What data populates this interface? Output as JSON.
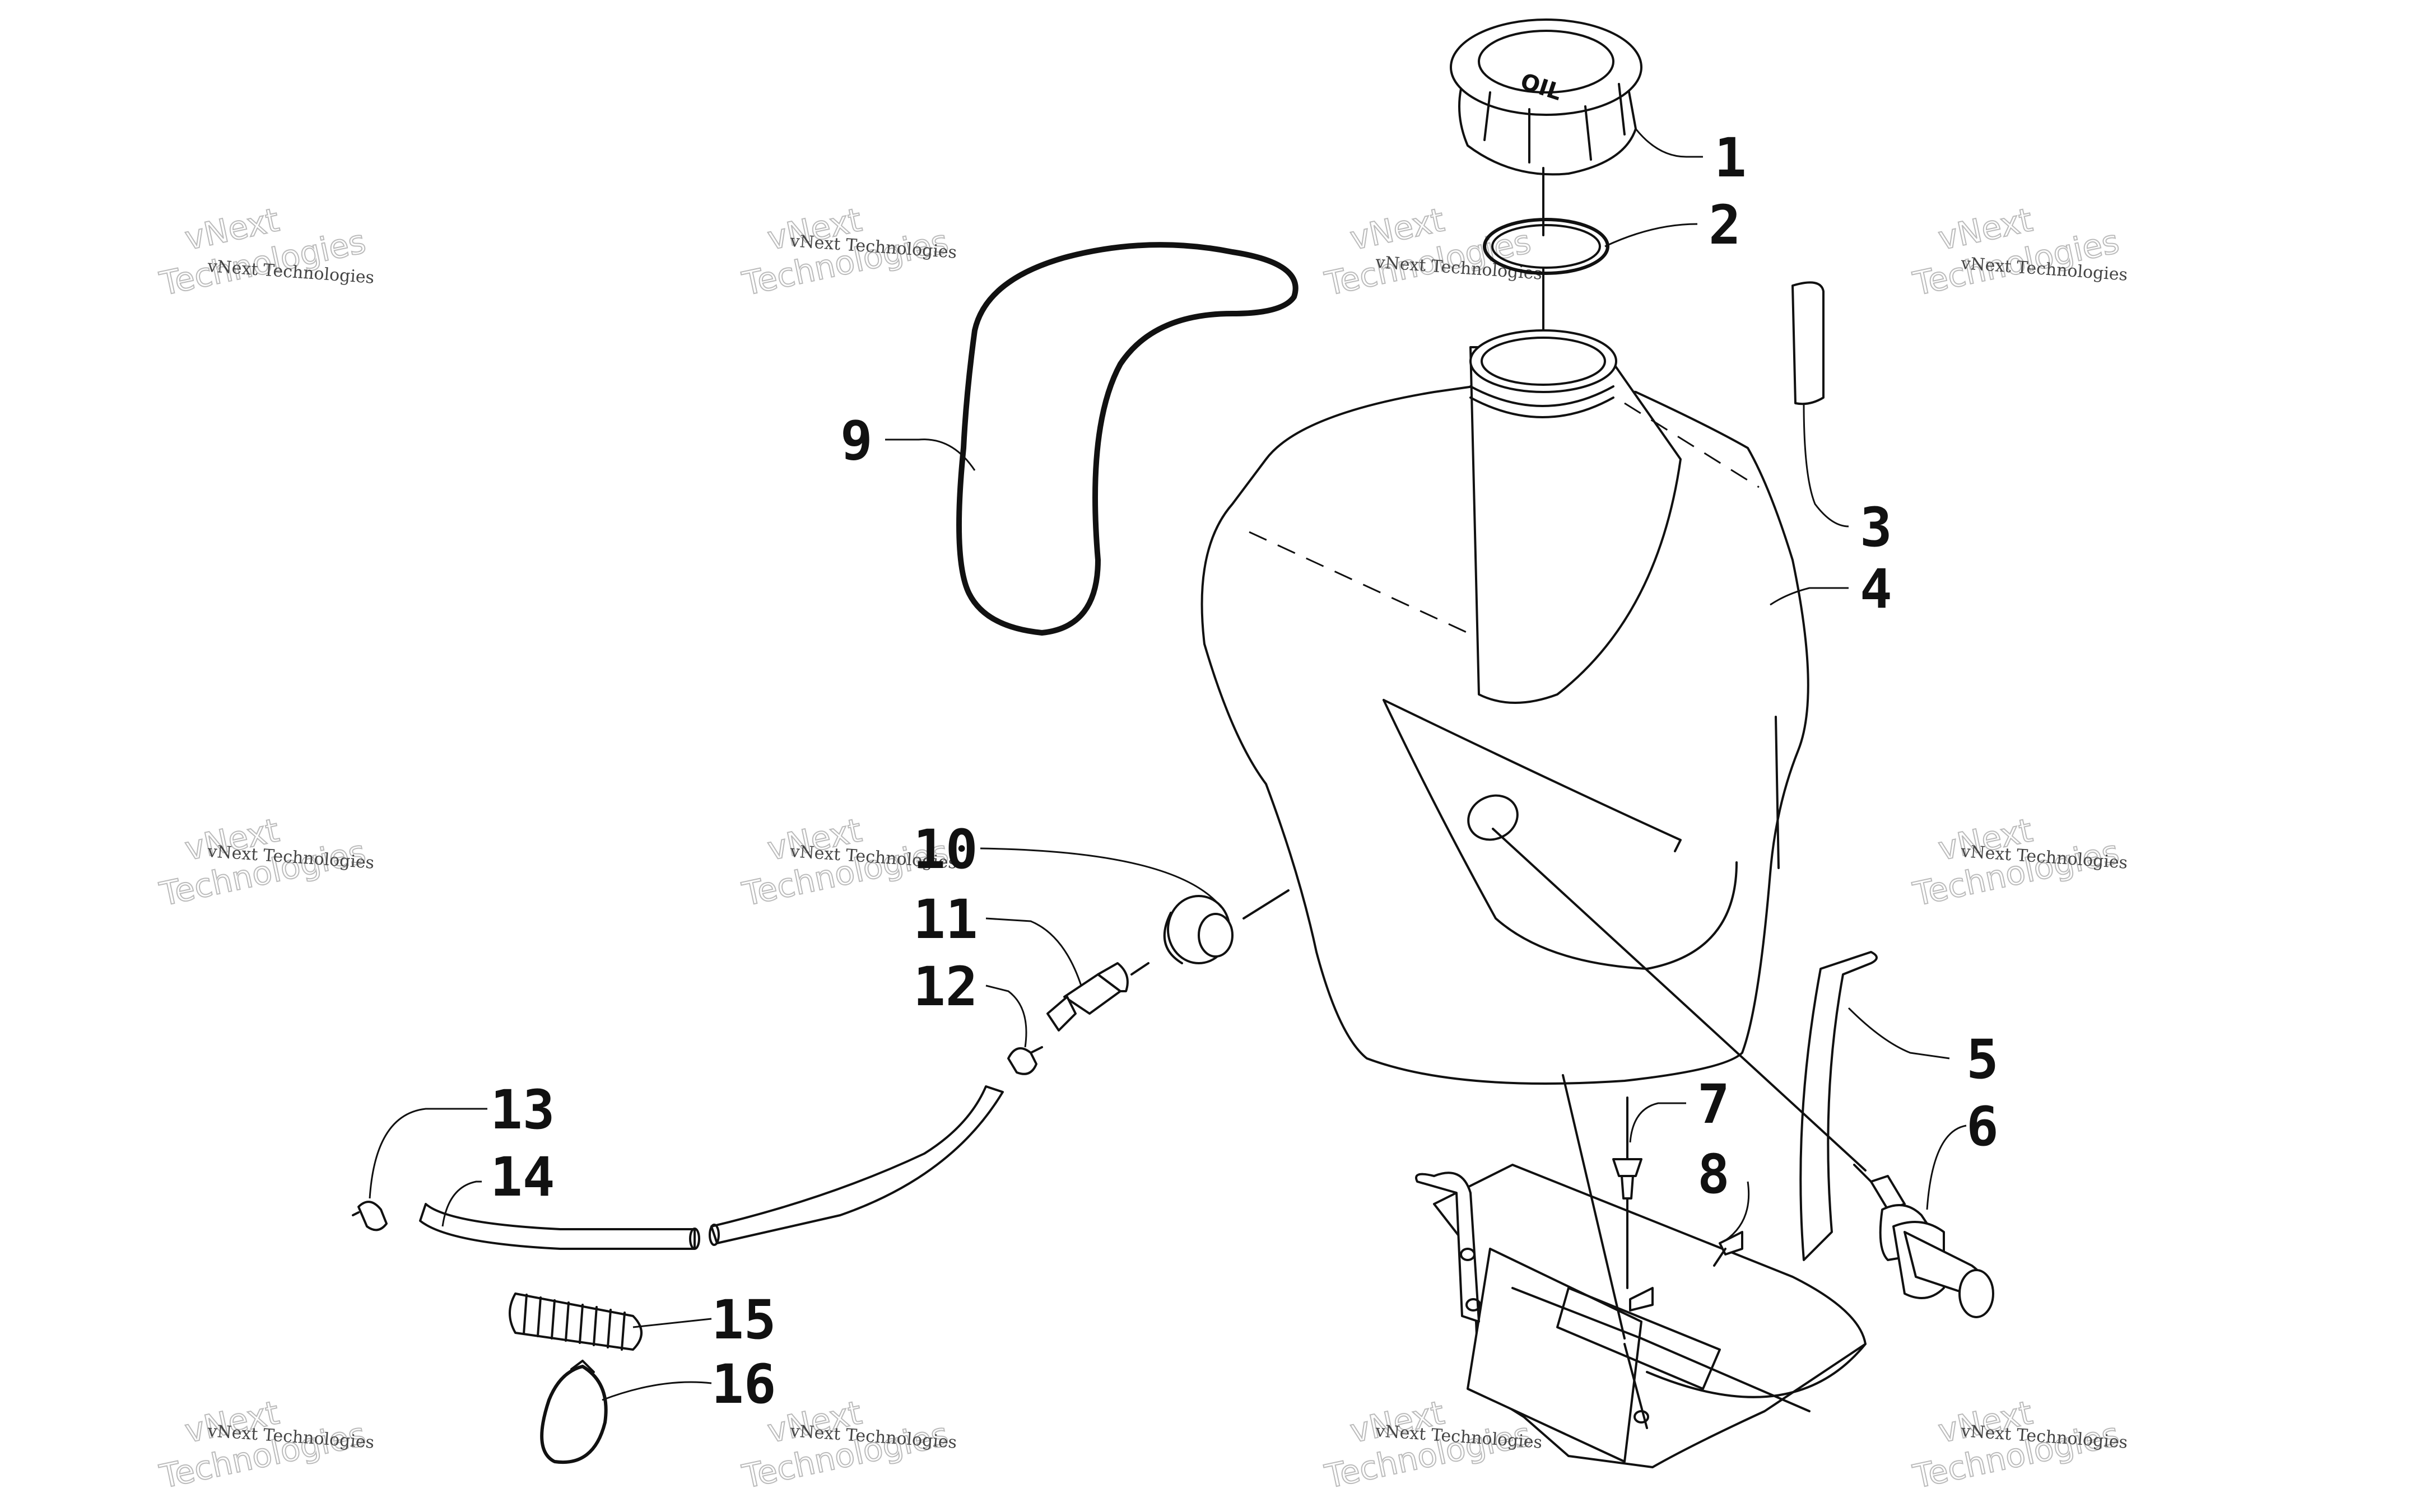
{
  "callouts": [
    "1",
    "2",
    "3",
    "4",
    "5",
    "6",
    "7",
    "8",
    "9",
    "10",
    "11",
    "12",
    "13",
    "14",
    "15",
    "16"
  ],
  "watermark": {
    "line1": "vNext Technologies",
    "line2a": "vNext",
    "line2b": "Technologies"
  },
  "cap_text": "OIL"
}
